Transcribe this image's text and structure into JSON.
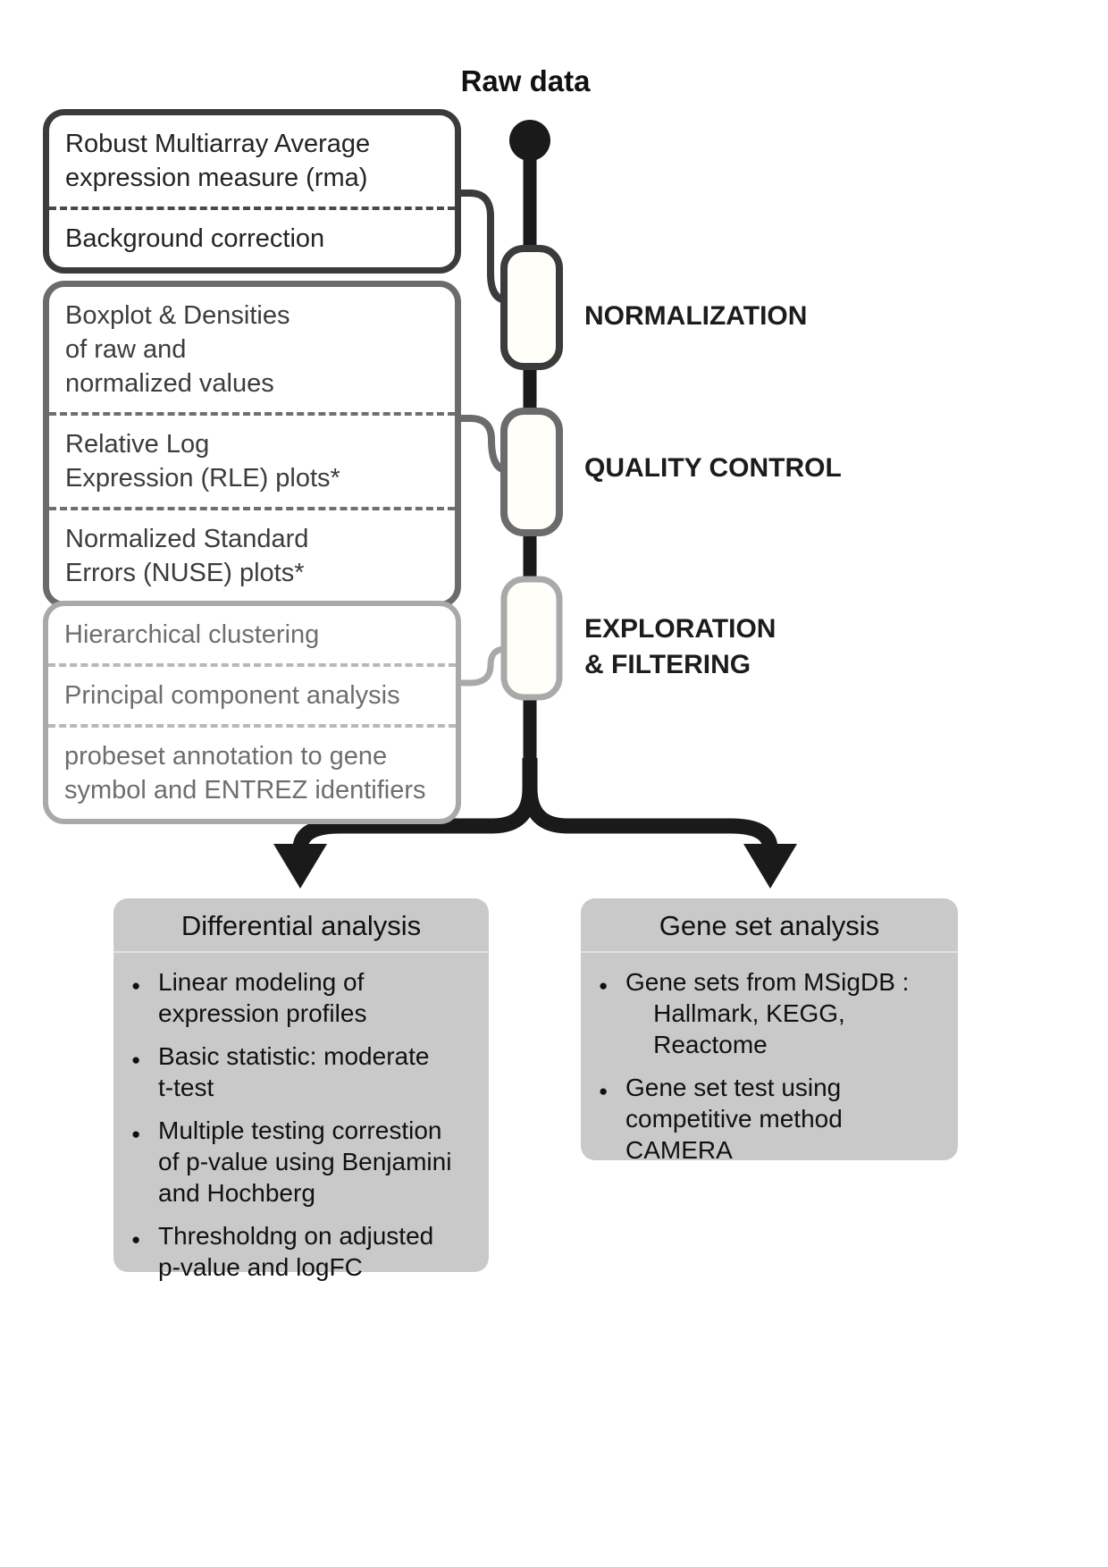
{
  "header": {
    "raw_data_label": "Raw data"
  },
  "pipeline": {
    "stages": [
      {
        "label": "NORMALIZATION",
        "items": [
          "Robust Multiarray Average\nexpression measure (rma)",
          "Background correction"
        ]
      },
      {
        "label": "QUALITY CONTROL",
        "items": [
          "Boxplot & Densities\nof raw and\nnormalized values",
          "Relative Log\nExpression (RLE) plots*",
          "Normalized Standard\nErrors (NUSE) plots*"
        ]
      },
      {
        "label": "EXPLORATION\n& FILTERING",
        "items": [
          "Hierarchical clustering",
          "Principal component analysis",
          "probeset annotation to gene\nsymbol and ENTREZ identifiers"
        ]
      }
    ]
  },
  "analyses": [
    {
      "title": "Differential analysis",
      "bullets": [
        "Linear modeling of\nexpression profiles",
        "Basic statistic: moderate\nt-test",
        "Multiple testing correstion\nof p-value using Benjamini\nand Hochberg",
        "Thresholdng on adjusted\np-value and logFC"
      ]
    },
    {
      "title": "Gene set analysis",
      "bullets": [
        "Gene sets from MSigDB :\n    Hallmark, KEGG,\n    Reactome",
        "Gene set test using\ncompetitive method\nCAMERA"
      ]
    }
  ],
  "colors": {
    "line": "#1a1a1a",
    "stage1_border": "#3b3b3b",
    "stage2_border": "#6b6b6b",
    "stage3_border": "#a9a9a9",
    "analysis_bg": "#c9c9c9"
  }
}
